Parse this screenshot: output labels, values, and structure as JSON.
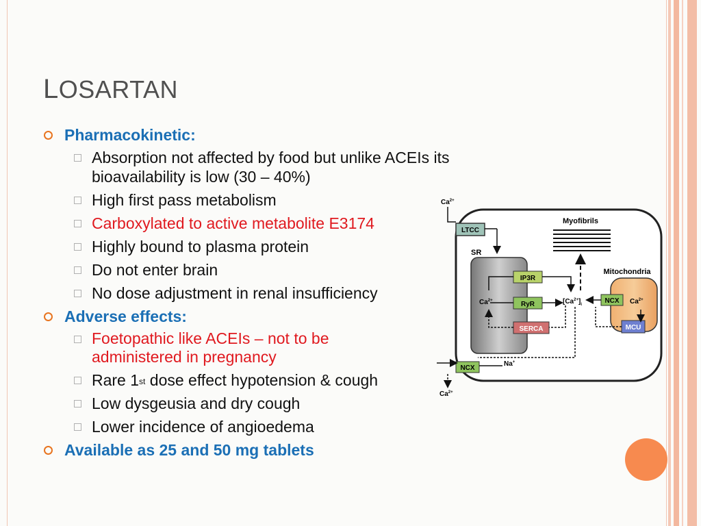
{
  "slide": {
    "title_first": "L",
    "title_rest": "OSARTAN",
    "sections": [
      {
        "heading": "Pharmacokinetic:",
        "items": [
          {
            "text": "Absorption not affected by food but unlike ACEIs its bioavailability is low (30 – 40%)",
            "red": false
          },
          {
            "text": "High first pass metabolism",
            "red": false
          },
          {
            "text": "Carboxylated to active metabolite E3174",
            "red": true
          },
          {
            "text": "Highly bound to plasma protein",
            "red": false
          },
          {
            "text": "Do not enter brain",
            "red": false
          },
          {
            "text": "No dose adjustment in renal insufficiency",
            "red": false
          }
        ]
      },
      {
        "heading": "Adverse effects:",
        "items": [
          {
            "text": "Foetopathic like ACEIs – not to be administered in pregnancy",
            "red": true
          },
          {
            "text_pre": "Rare 1",
            "text_sup": "st",
            "text_post": " dose effect hypotension & cough",
            "red": false
          },
          {
            "text": "Low dysgeusia and dry cough",
            "red": false
          },
          {
            "text": "Lower incidence of angioedema",
            "red": false
          }
        ]
      },
      {
        "heading": "Available as 25 and 50 mg tablets",
        "items": []
      }
    ]
  },
  "diagram": {
    "ca_top": "Ca",
    "ca_bottom": "Ca",
    "ca_sup": "2+",
    "ltcc": "LTCC",
    "sr": "SR",
    "myofibrils": "Myofibrils",
    "mitochondria": "Mitochondria",
    "ip3r": "IP3R",
    "ryr": "RyR",
    "serca": "SERCA",
    "ca_sr": "Ca",
    "ca_i": "[Ca",
    "ca_i_sub": "i",
    "ncx_mito": "NCX",
    "ca_mito": "Ca",
    "mcu": "MCU",
    "ncx_membrane": "NCX",
    "na": "Na",
    "na_sup": "+"
  },
  "colors": {
    "heading": "#1b6fb5",
    "red_text": "#e0191f",
    "bullet_orange": "#e8741f",
    "accent_circle": "#f78a4f"
  }
}
